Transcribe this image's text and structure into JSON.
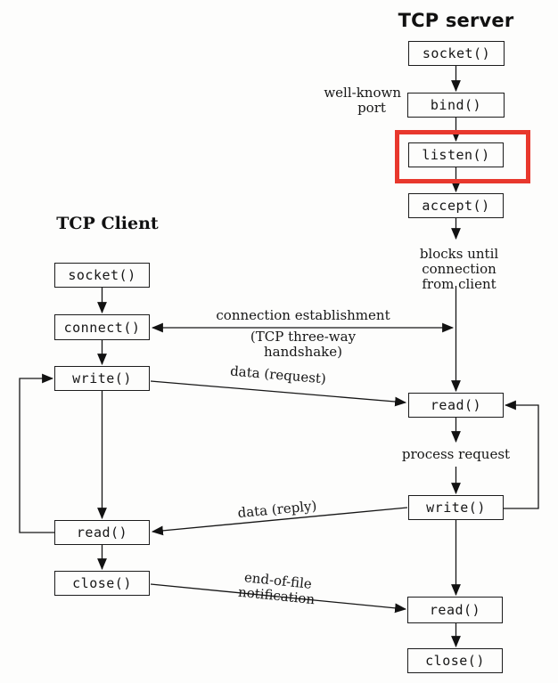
{
  "page": {
    "background": "#fdfdfc"
  },
  "colors": {
    "line": "#161616",
    "box_border": "#1c1c1c",
    "highlight": "#e8382d"
  },
  "server": {
    "title": "TCP server",
    "nodes": [
      "socket()",
      "bind()",
      "listen()",
      "accept()",
      "read()",
      "write()",
      "read()",
      "close()"
    ]
  },
  "client": {
    "title": "TCP Client",
    "nodes": [
      "socket()",
      "connect()",
      "write()",
      "read()",
      "close()"
    ]
  },
  "annotations": {
    "well_known_port": [
      "well-known",
      "port"
    ],
    "blocks_until": [
      "blocks until connection",
      "from client"
    ],
    "connection_establishment": [
      "connection establishment",
      "(TCP three-way handshake)"
    ],
    "data_request": "data (request)",
    "process_request": "process request",
    "data_reply": "data (reply)",
    "eof_notification": "end-of-file notification"
  }
}
